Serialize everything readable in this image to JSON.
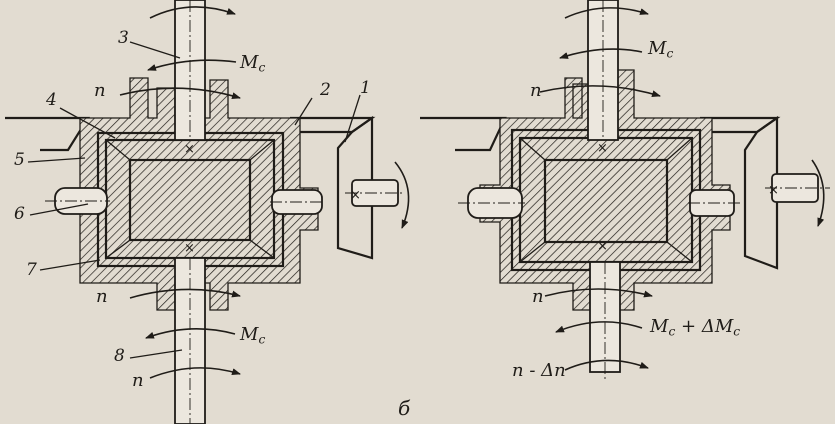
{
  "diagram": {
    "caption": "б",
    "left": {
      "part_numbers": [
        "1",
        "2",
        "3",
        "4",
        "5",
        "6",
        "7",
        "8"
      ],
      "top_moment": "M",
      "top_moment_sub": "c",
      "top_speed": "n",
      "bottom_speed": "n",
      "bottom_moment": "M",
      "bottom_moment_sub": "c",
      "bottom_out_speed": "n"
    },
    "right": {
      "top_moment": "M",
      "top_moment_sub": "c",
      "top_speed": "n",
      "bottom_speed": "n",
      "bottom_moment_a": "M",
      "bottom_moment_a_sub": "c",
      "bottom_moment_plus": "+ ΔM",
      "bottom_moment_plus_sub": "c",
      "bottom_out_speed": "n - Δn"
    }
  }
}
